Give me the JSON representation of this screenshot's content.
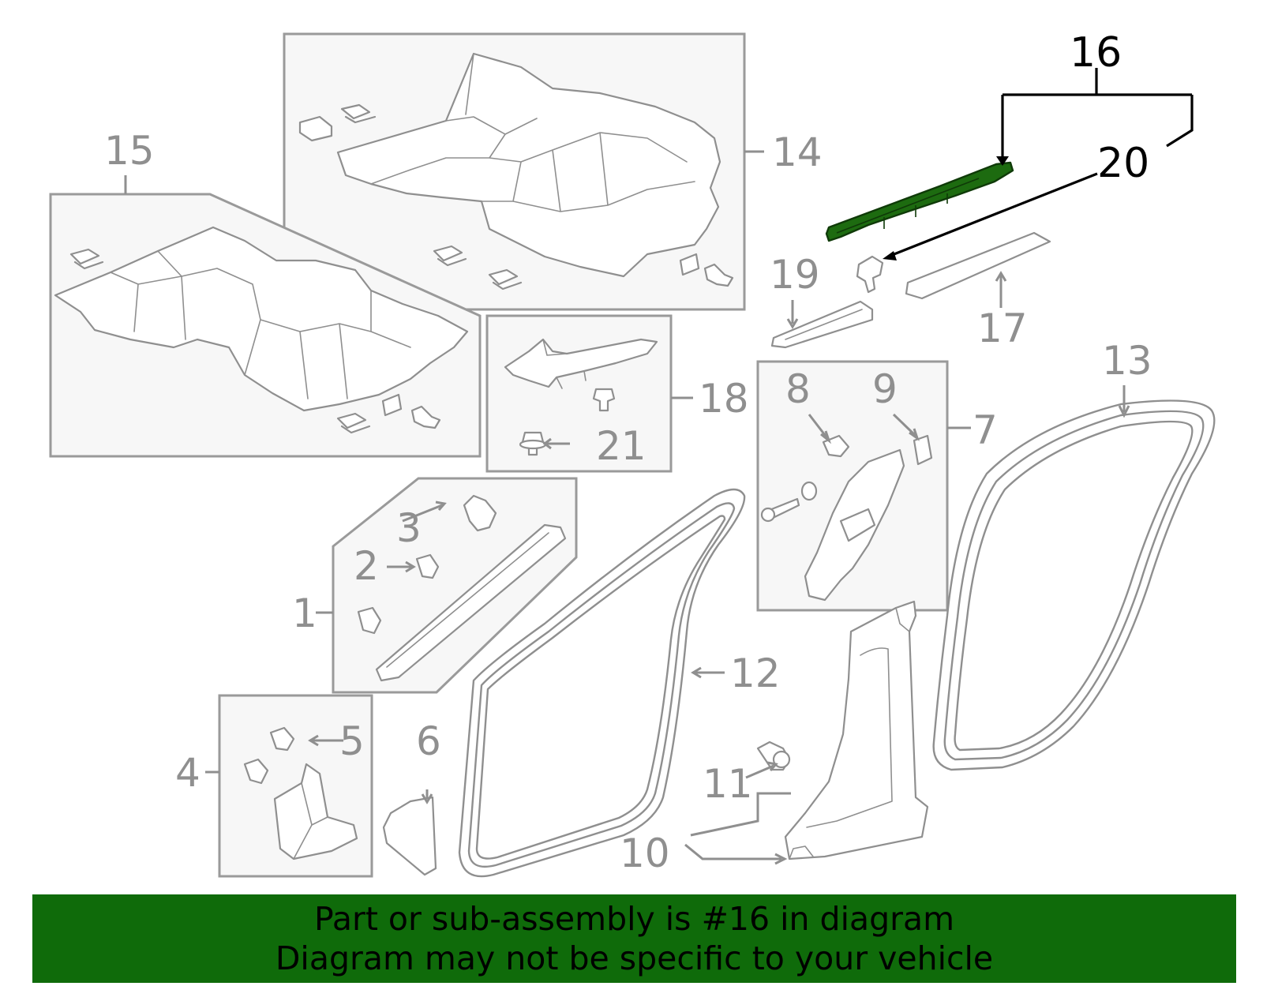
{
  "colors": {
    "banner_bg": "#0f6b0a",
    "highlight": "#1d6b10",
    "line_gray": "#8f8f8f",
    "box_fill": "#f7f7f7"
  },
  "callouts": {
    "c1": "1",
    "c2": "2",
    "c3": "3",
    "c4": "4",
    "c5": "5",
    "c6": "6",
    "c7": "7",
    "c8": "8",
    "c9": "9",
    "c10": "10",
    "c11": "11",
    "c12": "12",
    "c13": "13",
    "c14": "14",
    "c15": "15",
    "c16": "16",
    "c17": "17",
    "c18": "18",
    "c19": "19",
    "c20": "20",
    "c21": "21"
  },
  "highlighted_part": "16",
  "banner": {
    "line1": "Part or sub-assembly is #16 in diagram",
    "line2": "Diagram may not be specific to your vehicle"
  }
}
